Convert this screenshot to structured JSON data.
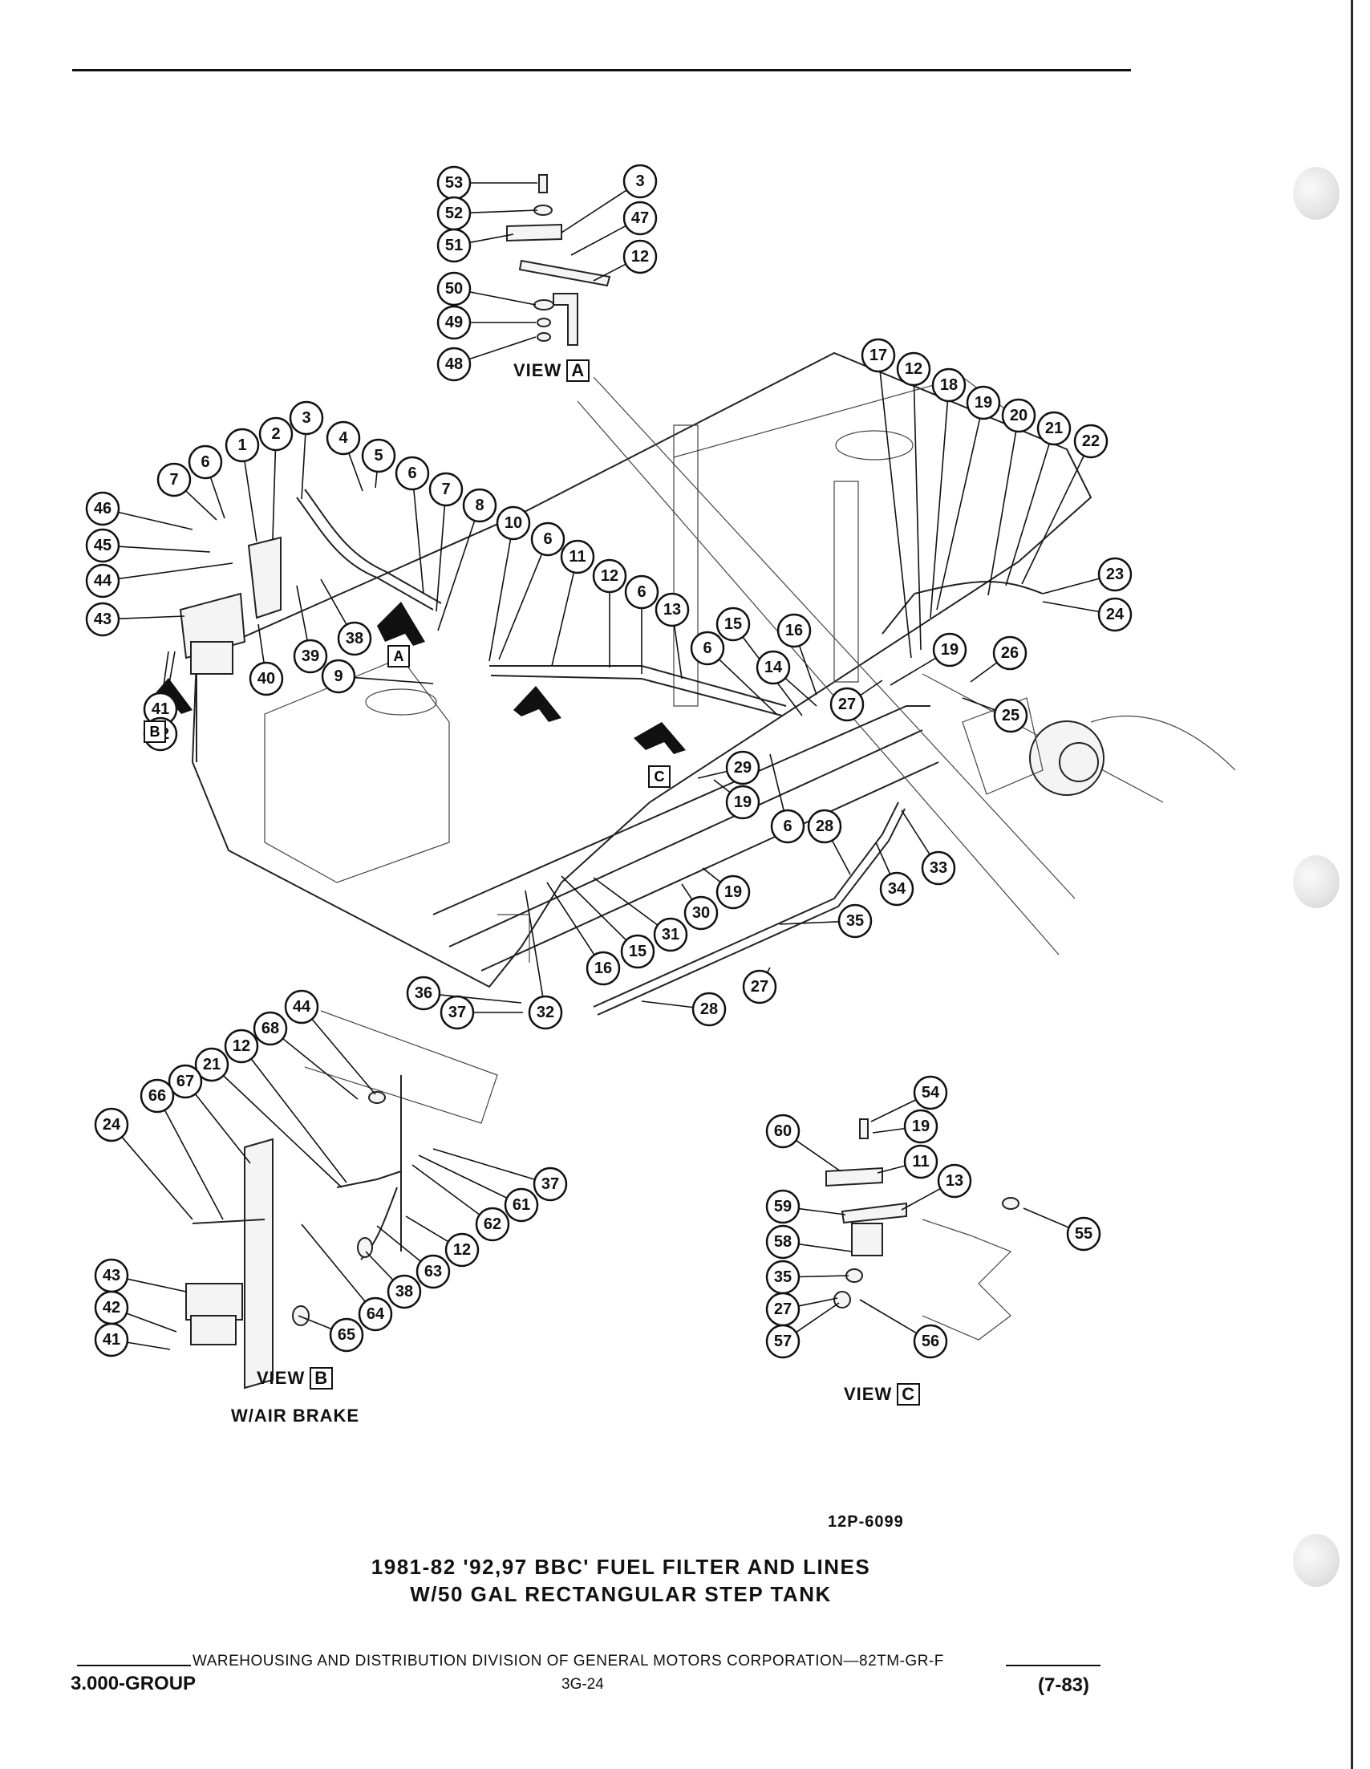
{
  "views": {
    "a": {
      "word": "VIEW",
      "letter": "A"
    },
    "b": {
      "word": "VIEW",
      "letter": "B",
      "note": "W/AIR BRAKE"
    },
    "c": {
      "word": "VIEW",
      "letter": "C"
    }
  },
  "arrow_letters": [
    "A",
    "B",
    "C"
  ],
  "callouts": {
    "view_a": [
      "53",
      "52",
      "51",
      "50",
      "49",
      "48",
      "3",
      "47",
      "12"
    ],
    "main": [
      "46",
      "45",
      "44",
      "43",
      "41",
      "42",
      "7",
      "6",
      "1",
      "2",
      "3",
      "4",
      "5",
      "6",
      "7",
      "8",
      "10",
      "6",
      "11",
      "12",
      "6",
      "13",
      "15",
      "16",
      "6",
      "14",
      "27",
      "19",
      "26",
      "25",
      "17",
      "12",
      "18",
      "19",
      "20",
      "21",
      "22",
      "23",
      "24",
      "38",
      "39",
      "40",
      "9",
      "29",
      "19",
      "6",
      "28",
      "33",
      "34",
      "35",
      "27",
      "19",
      "30",
      "31",
      "15",
      "16",
      "32",
      "36",
      "37",
      "28"
    ],
    "view_b": [
      "44",
      "68",
      "12",
      "21",
      "67",
      "66",
      "24",
      "37",
      "61",
      "62",
      "12",
      "63",
      "38",
      "64",
      "65",
      "43",
      "42",
      "41"
    ],
    "view_c": [
      "54",
      "19",
      "60",
      "11",
      "13",
      "55",
      "59",
      "58",
      "35",
      "27",
      "57",
      "56"
    ]
  },
  "caption": {
    "code": "12P-6099",
    "title_line1": "1981-82 '92,97 BBC' FUEL FILTER AND LINES",
    "title_line2": "W/50 GAL RECTANGULAR STEP TANK"
  },
  "footer": {
    "publisher": "WAREHOUSING AND DISTRIBUTION  DIVISION OF GENERAL MOTORS CORPORATION—82TM-GR-F",
    "group": "3.000-GROUP",
    "page": "3G-24",
    "date": "(7-83)"
  }
}
